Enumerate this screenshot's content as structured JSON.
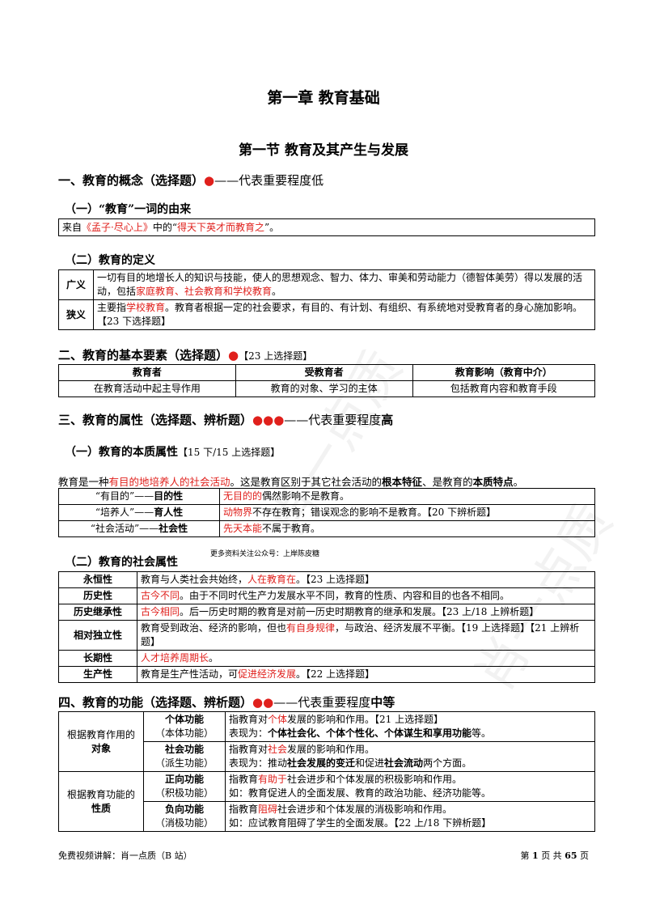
{
  "chapter_title": "第一章 教育基础",
  "section_title": "第一节 教育及其产生与发展",
  "s1": {
    "heading": "一、教育的概念（选择题）",
    "dots": "●",
    "tail": "——代表重要程度低"
  },
  "s1a": {
    "heading": "（一）“教育”一词的由来",
    "line": [
      "来自",
      "《孟子·尽心上》",
      "中的“",
      "得天下英才而教育之",
      "”。"
    ]
  },
  "s1b": {
    "heading": "（二）教育的定义",
    "rows": [
      {
        "term": "广义",
        "parts": [
          "一切有目的地增长人的知识与技能，使人的思想观念、智力、体力、审美和劳动能力（德智体美劳）得以发展的活动，包括",
          "家庭教育、社会教育和学校教育",
          "。"
        ]
      },
      {
        "term": "狭义",
        "parts": [
          "主要指",
          "学校教育",
          "。教育者根据一定的社会要求，有目的、有计划、有组织、有系统地对受教育者的身心施加影响。【23 下选择题】"
        ]
      }
    ]
  },
  "s2": {
    "heading": "二、教育的基本要素（选择题）",
    "dots": "●",
    "tail": "【23 上选择题】",
    "headers": [
      "教育者",
      "受教育者",
      "教育影响（教育中介）"
    ],
    "cells": [
      "在教育活动中起主导作用",
      "教育的对象、学习的主体",
      "包括教育内容和教育手段"
    ]
  },
  "s3": {
    "heading": "三、教育的属性（选择题、辨析题）",
    "dots": "●●●",
    "tail": "——代表重要程度",
    "tail_bold": "高"
  },
  "s3a": {
    "heading": "（一）教育的本质属性",
    "tag": "【15 下/15 上选择题】",
    "intro": [
      "教育是一种",
      "有目的地培养人的社会活动",
      "。这是教育区别于其它社会活动的",
      "根本特征",
      "、是教育的",
      "本质特点",
      "。"
    ],
    "rows": [
      {
        "q": "“有目的”——",
        "k": "目的性",
        "r": "无目的的",
        "d": "偶然影响不是教育。"
      },
      {
        "q": "“培养人”——",
        "k": "育人性",
        "r": "动物界",
        "d": "不存在教育；错误观念的影响不是教育。【20 下辨析题】"
      },
      {
        "q": "“社会活动”——",
        "k": "社会性",
        "r": "先天本能",
        "d": "不属于教育。"
      }
    ]
  },
  "promo": "更多资料关注公众号：上岸陈皮糖",
  "s3b": {
    "heading": "（二）教育的社会属性",
    "rows": [
      {
        "k": "永恒性",
        "a": "教育与人类社会共始终，",
        "r": "人在教育在",
        "c": "。【23 上选择题】"
      },
      {
        "k": "历史性",
        "a": "",
        "r": "古今不同",
        "c": "。由于不同时代生产力发展水平不同，教育的性质、内容和目的也各不相同。"
      },
      {
        "k": "历史继承性",
        "a": "",
        "r": "古今相同",
        "c": "。后一历史时期的教育是对前一历史时期教育的继承和发展。【23 上/18 上辨析题】"
      },
      {
        "k": "相对独立性",
        "a": "教育受到政治、经济的影响，但也",
        "r": "有自身规律",
        "c": "，与政治、经济发展不平衡。【19 上选择题】【21 上辨析题】"
      },
      {
        "k": "长期性",
        "a": "",
        "r": "人才培养周期长",
        "c": "。"
      },
      {
        "k": "生产性",
        "a": "教育是生产性活动，可",
        "r": "促进经济发展",
        "c": "。【22 上选择题】"
      }
    ]
  },
  "s4": {
    "heading": "四、教育的功能（选择题、辨析题）",
    "dots": "●●",
    "tail": "——代表重要程度",
    "tail_bold": "中等",
    "groups": [
      {
        "label_a": "根据教育作用的",
        "label_b": "对象",
        "items": [
          {
            "name": "个体功能",
            "alias": "（本体功能）",
            "l1": [
              "指教育对",
              "个体",
              "发展的影响和作用。【21 上选择题】"
            ],
            "l2": [
              "表现为：",
              "个体社会化、个体个性化、个体谋生和享用功能",
              "等。"
            ]
          },
          {
            "name": "社会功能",
            "alias": "（派生功能）",
            "l1": [
              "指教育对",
              "社会",
              "发展的影响和作用。"
            ],
            "l2": [
              "表现为：推动",
              "社会发展的变迁",
              "和促进",
              "社会流动",
              "两个方面。"
            ]
          }
        ]
      },
      {
        "label_a": "根据教育功能的",
        "label_b": "性质",
        "items": [
          {
            "name": "正向功能",
            "alias": "（积极功能）",
            "l1": [
              "指教育",
              "有助于",
              "社会进步和个体发展的积极影响和作用。"
            ],
            "l2": [
              "如：教育促进人的全面发展、教育的政治功能、经济功能等。"
            ]
          },
          {
            "name": "负向功能",
            "alias": "（消极功能）",
            "l1": [
              "指教育",
              "阻碍",
              "社会进步和个体发展的消极影响和作用。"
            ],
            "l2": [
              "如：应试教育阻碍了学生的全面发展。【22 上/18 下辨析题】"
            ]
          }
        ]
      }
    ]
  },
  "footer": {
    "left": "免费视频讲解：肖一点质（B 站）",
    "right_pre": "第",
    "page": "1",
    "right_mid": "页 共",
    "total": "65",
    "right_post": "页"
  },
  "watermark": "肖一点质"
}
